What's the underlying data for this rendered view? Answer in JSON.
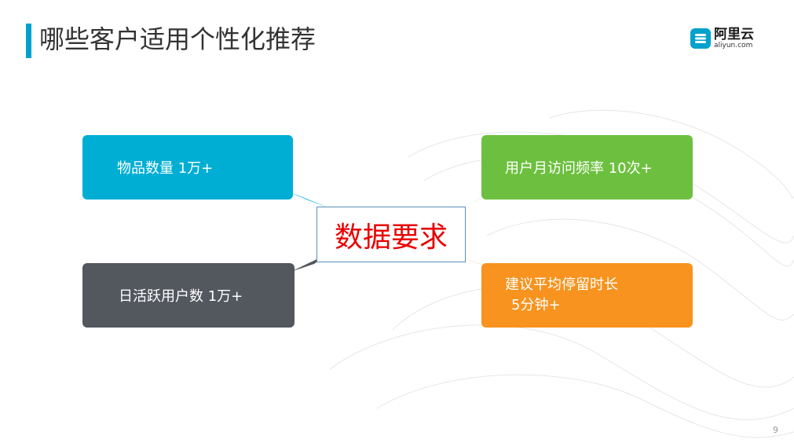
{
  "slide": {
    "title": "哪些客户适用个性化推荐",
    "page_number": "9"
  },
  "logo": {
    "cn": "阿里云",
    "en": "aliyun.com"
  },
  "center": {
    "label": "数据要求"
  },
  "boxes": {
    "items_count": "物品数量 1万+",
    "monthly_visits": "用户月访问频率 10次+",
    "daily_active": "日活跃用户数 1万+",
    "stay_time_line1": "建议平均停留时长",
    "stay_time_line2": "5分钟+"
  },
  "colors": {
    "accent": "#00a2cd",
    "box_blue": "#00aed4",
    "box_green": "#6dc03f",
    "box_gray": "#53575e",
    "box_orange": "#f7931e",
    "center_text": "#e80000"
  }
}
